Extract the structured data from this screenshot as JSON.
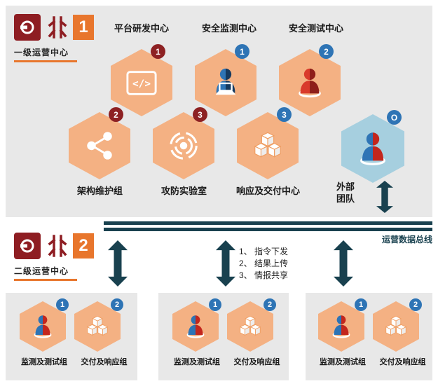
{
  "colors": {
    "hex_orange": "#f4b183",
    "hex_blue": "#a6cfdf",
    "badge_red": "#8d2123",
    "badge_blue": "#2e74b5",
    "dark_arrow": "#19414f",
    "panel_gray": "#e8e8e8",
    "brand_orange": "#e8762d",
    "brand_maroon": "#8e1d22"
  },
  "level1": {
    "logo_number": "1",
    "logo_label": "一级运营中心",
    "top_centers": [
      {
        "label": "平台研发中心",
        "badge": "1",
        "badge_color": "red",
        "icon": "code-icon"
      },
      {
        "label": "安全监测中心",
        "badge": "1",
        "badge_color": "blue",
        "icon": "person-laptop-icon"
      },
      {
        "label": "安全测试中心",
        "badge": "2",
        "badge_color": "blue",
        "icon": "person-red-icon"
      }
    ],
    "sub_groups": [
      {
        "label": "架构维护组",
        "badge": "2",
        "badge_color": "red",
        "icon": "share-icon"
      },
      {
        "label": "攻防实验室",
        "badge": "3",
        "badge_color": "red",
        "icon": "target-icon"
      },
      {
        "label": "响应及交付中心",
        "badge": "3",
        "badge_color": "blue",
        "icon": "cubes-icon"
      }
    ],
    "external": {
      "label": "外部团队",
      "badge": "O",
      "badge_color": "blue",
      "icon": "person-dual-icon"
    }
  },
  "bus": {
    "label": "运营数据总线"
  },
  "level2": {
    "logo_number": "2",
    "logo_label": "二级运营中心",
    "notes": [
      "1、 指令下发",
      "2、 结果上传",
      "3、 情报共享"
    ]
  },
  "branch_units": [
    {
      "teams": [
        {
          "label": "监测及测试组",
          "badge": "1",
          "icon": "person-dual-icon"
        },
        {
          "label": "交付及响应组",
          "badge": "2",
          "icon": "cubes-icon"
        }
      ]
    },
    {
      "teams": [
        {
          "label": "监测及测试组",
          "badge": "1",
          "icon": "person-dual-icon"
        },
        {
          "label": "交付及响应组",
          "badge": "2",
          "icon": "cubes-icon"
        }
      ]
    },
    {
      "teams": [
        {
          "label": "监测及测试组",
          "badge": "1",
          "icon": "person-dual-icon"
        },
        {
          "label": "交付及响应组",
          "badge": "2",
          "icon": "cubes-icon"
        }
      ]
    }
  ]
}
